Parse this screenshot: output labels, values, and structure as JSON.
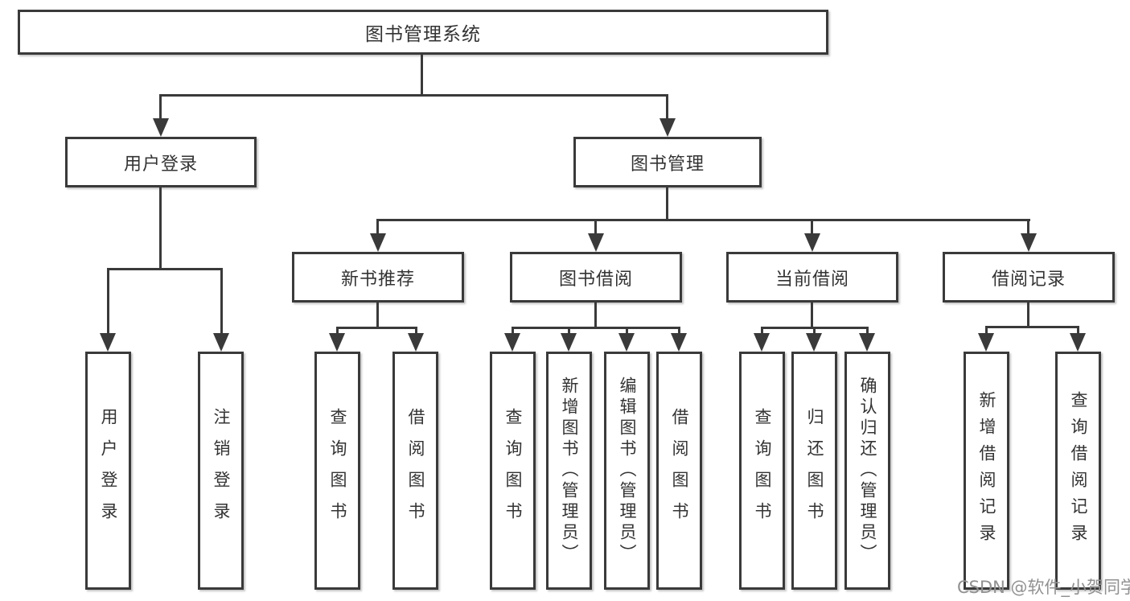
{
  "diagram": {
    "root": {
      "label": "图书管理系统"
    },
    "branches": {
      "user_login": {
        "label": "用户登录",
        "children": {
          "login": {
            "label": "用户登录"
          },
          "logout": {
            "label": "注销登录"
          }
        }
      },
      "book_mgmt": {
        "label": "图书管理",
        "children": {
          "new_book": {
            "label": "新书推荐",
            "children": {
              "query": {
                "label": "查询图书"
              },
              "borrow": {
                "label": "借阅图书"
              }
            }
          },
          "book_borrow": {
            "label": "图书借阅",
            "children": {
              "query": {
                "label": "查询图书"
              },
              "add": {
                "label": "新增图书（管理员）"
              },
              "edit": {
                "label": "编辑图书（管理员）"
              },
              "borrow": {
                "label": "借阅图书"
              }
            }
          },
          "current_borrow": {
            "label": "当前借阅",
            "children": {
              "query": {
                "label": "查询图书"
              },
              "return": {
                "label": "归还图书"
              },
              "confirm": {
                "label": "确认归还（管理员）"
              }
            }
          },
          "borrow_record": {
            "label": "借阅记录",
            "children": {
              "add": {
                "label": "新增借阅记录"
              },
              "query": {
                "label": "查询借阅记录"
              }
            }
          }
        }
      }
    },
    "watermark": "CSDN @软件_小贺同学",
    "colors": {
      "line": "#3a3a3a",
      "text": "#333333",
      "watermark": "#919191",
      "background": "#ffffff"
    }
  }
}
